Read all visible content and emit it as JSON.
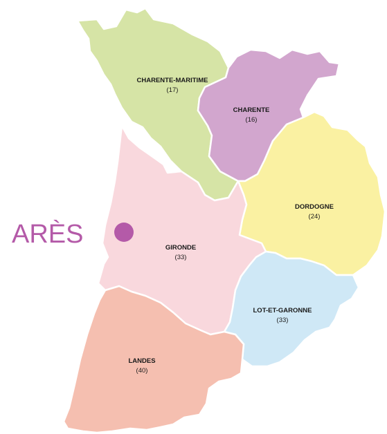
{
  "map": {
    "colors": {
      "charente_maritime": "#d6e4a6",
      "charente": "#d2a6ce",
      "dordogne": "#faf1a2",
      "gironde": "#f9d8dd",
      "lot_et_garonne": "#cfe8f6",
      "landes": "#f5bfb0",
      "marker": "#b45aa8"
    },
    "departments": [
      {
        "key": "charente_maritime",
        "name": "CHARENTE-MARITIME",
        "code": "(17)"
      },
      {
        "key": "charente",
        "name": "CHARENTE",
        "code": "(16)"
      },
      {
        "key": "dordogne",
        "name": "DORDOGNE",
        "code": "(24)"
      },
      {
        "key": "gironde",
        "name": "GIRONDE",
        "code": "(33)"
      },
      {
        "key": "lot_et_garonne",
        "name": "LOT-ET-GARONNE",
        "code": "(33)"
      },
      {
        "key": "landes",
        "name": "LANDES",
        "code": "(40)"
      }
    ],
    "city": {
      "name": "ARÈS"
    }
  }
}
